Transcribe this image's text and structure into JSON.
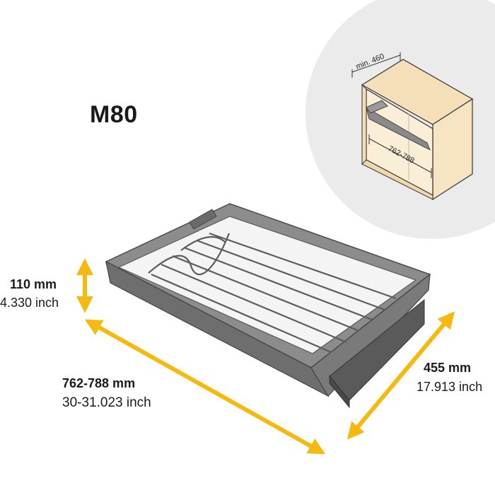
{
  "model": "M80",
  "inset": {
    "depth_label": "min. 460",
    "width_label": "762-788"
  },
  "dimensions": {
    "height": {
      "mm": "110 mm",
      "inch": "4.330 inch"
    },
    "width": {
      "mm": "762-788 mm",
      "inch": "30-31.023 inch"
    },
    "depth": {
      "mm": "455 mm",
      "inch": "17.913 inch"
    }
  },
  "colors": {
    "arrow": "#f6b90f",
    "frame": "#6e6e6e",
    "frame_dark": "#4a4a4a",
    "cabinet": "#fbeed6",
    "circle": "#ebebeb"
  }
}
